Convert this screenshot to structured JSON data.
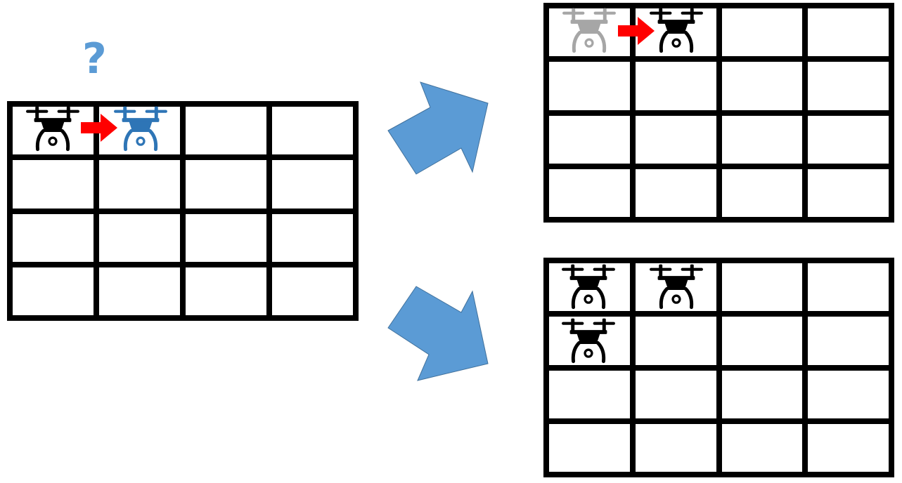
{
  "question_mark": "?",
  "colors": {
    "grid_line": "#000000",
    "drone_active": "#000000",
    "drone_candidate": "#2e75b6",
    "drone_previous": "#a6a6a6",
    "move_arrow": "#ff0000",
    "flow_arrow": "#5b9bd5",
    "flow_arrow_stroke": "#41719c"
  },
  "icons": {
    "drone": "drone-icon",
    "move": "red-right-arrow-icon",
    "flow": "blue-block-arrow-icon"
  },
  "grids": {
    "initial": {
      "rows": 4,
      "cols": 4
    },
    "outcome_move": {
      "rows": 4,
      "cols": 4
    },
    "outcome_spawn": {
      "rows": 4,
      "cols": 4
    }
  }
}
